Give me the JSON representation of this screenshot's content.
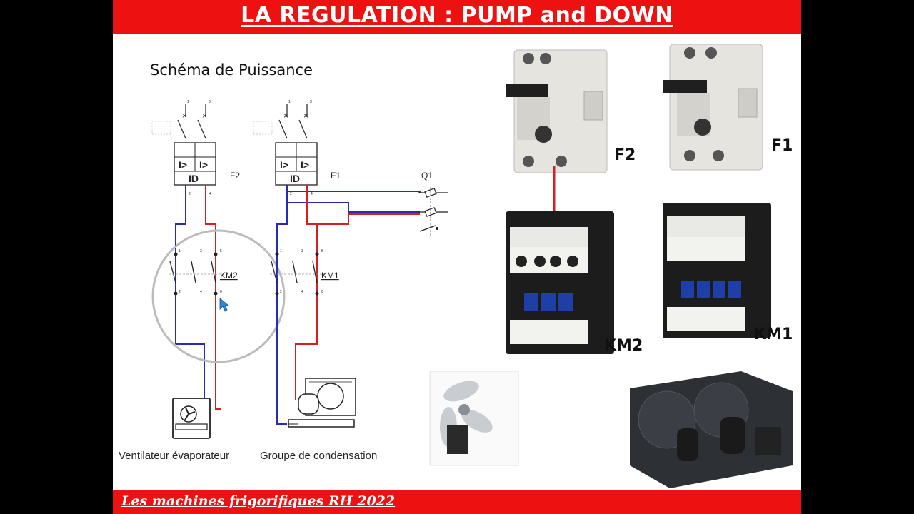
{
  "header": {
    "title": "LA REGULATION : PUMP and DOWN"
  },
  "schema": {
    "title": "Schéma de Puissance",
    "breaker_symbol": "I>",
    "breaker_id": "ID",
    "breakers": [
      "F2",
      "F1"
    ],
    "contactors": [
      "KM2",
      "KM1"
    ],
    "switch": "Q1",
    "term_top": [
      "1",
      "3"
    ],
    "term_bottom": [
      "2",
      "4"
    ],
    "contact_top": [
      "1",
      "3",
      "5"
    ],
    "contact_bottom": [
      "2",
      "4",
      "6"
    ],
    "captions": [
      "Ventilateur évaporateur",
      "Groupe de condensation"
    ]
  },
  "photos": {
    "labels": [
      "F2",
      "F1",
      "KM2",
      "KM1"
    ]
  },
  "colors": {
    "accent": "#ee1111",
    "wire_blue": "#2a2ab8",
    "wire_red": "#d42020"
  },
  "footer": {
    "text": "Les machines frigorifiques RH 2022"
  }
}
